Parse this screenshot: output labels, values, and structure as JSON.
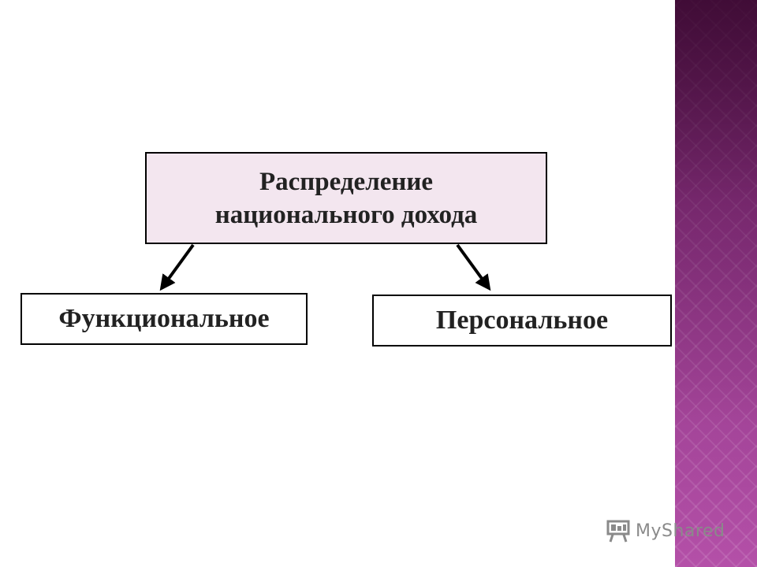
{
  "diagram": {
    "root": {
      "line1": "Распределение",
      "line2": "национального дохода"
    },
    "left_node": "Функциональное",
    "right_node": "Персональное"
  },
  "watermark": {
    "text": "MyShared"
  },
  "colors": {
    "root_fill": "#f3e6ef",
    "band": "#8f3c86",
    "text": "#222222"
  }
}
